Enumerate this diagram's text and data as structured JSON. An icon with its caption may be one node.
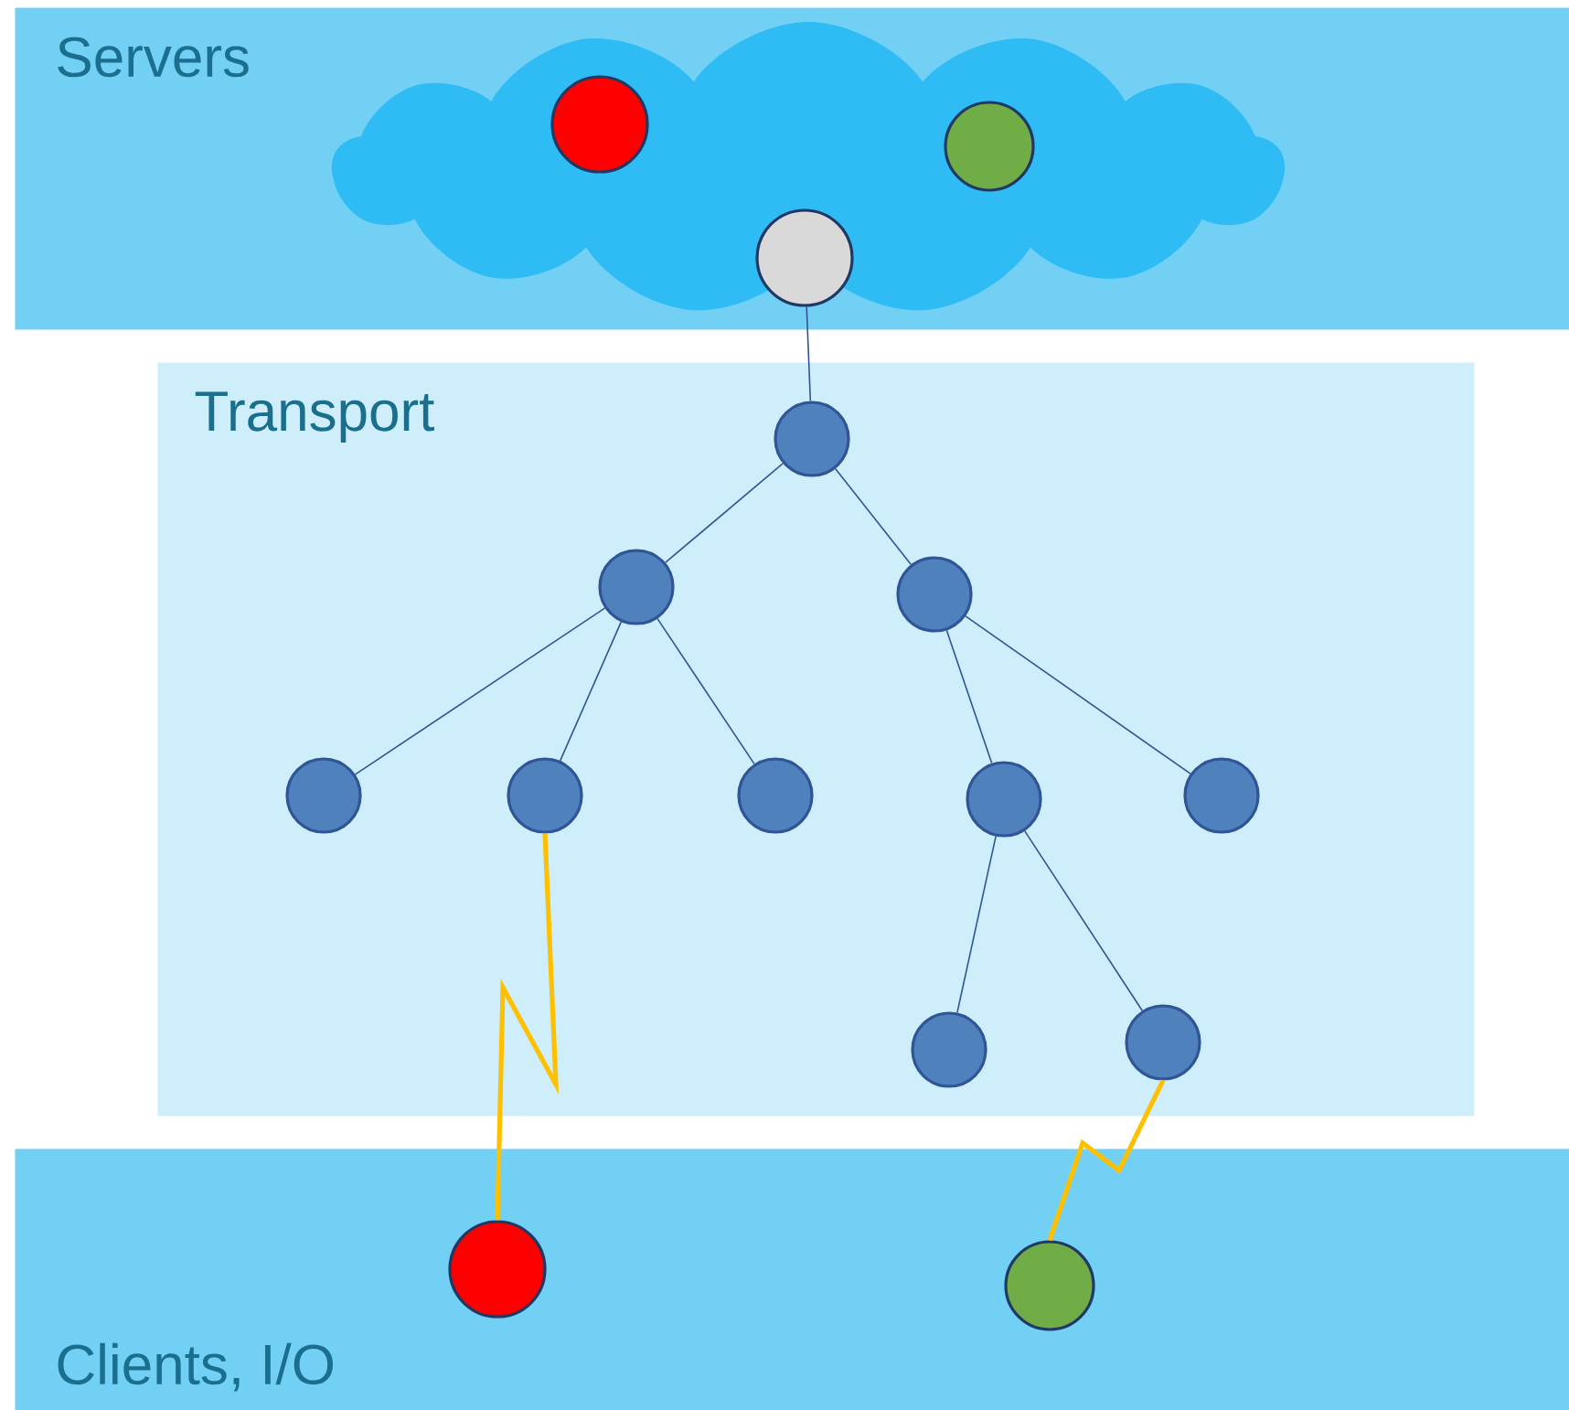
{
  "diagram": {
    "nodes": [
      {
        "text": [
          "Servers"
        ]
      },
      {
        "text": [],
        "shape": "cloud",
        "in": 0
      },
      {
        "text": [],
        "shape": "circle",
        "in": 1
      },
      {
        "text": [],
        "shape": "circle",
        "in": 1
      },
      {
        "text": [],
        "shape": "circle",
        "in": 1
      },
      {
        "text": [
          "Transport"
        ]
      },
      {
        "text": [],
        "shape": "circle",
        "in": 5
      },
      {
        "text": [],
        "shape": "circle",
        "in": 5
      },
      {
        "text": [],
        "shape": "circle",
        "in": 5
      },
      {
        "text": [],
        "shape": "circle",
        "in": 5
      },
      {
        "text": [],
        "shape": "circle",
        "in": 5
      },
      {
        "text": [],
        "shape": "circle",
        "in": 5
      },
      {
        "text": [],
        "shape": "circle",
        "in": 5
      },
      {
        "text": [],
        "shape": "circle",
        "in": 5
      },
      {
        "text": [],
        "shape": "circle",
        "in": 5
      },
      {
        "text": [],
        "shape": "circle",
        "in": 5
      },
      {
        "text": [
          "Clients, I/O"
        ]
      },
      {
        "text": [],
        "shape": "circle",
        "in": 16
      },
      {
        "text": [],
        "shape": "circle",
        "in": 16
      }
    ],
    "edges": [
      {
        "from": 4,
        "to": 6,
        "arrow": "none"
      },
      {
        "from": 6,
        "to": 7,
        "arrow": "none"
      },
      {
        "from": 6,
        "to": 8,
        "arrow": "none"
      },
      {
        "from": 7,
        "to": 9,
        "arrow": "none"
      },
      {
        "from": 7,
        "to": 10,
        "arrow": "none"
      },
      {
        "from": 7,
        "to": 11,
        "arrow": "none"
      },
      {
        "from": 8,
        "to": 12,
        "arrow": "none"
      },
      {
        "from": 8,
        "to": 13,
        "arrow": "none"
      },
      {
        "from": 12,
        "to": 14,
        "arrow": "none"
      },
      {
        "from": 12,
        "to": 15,
        "arrow": "none"
      },
      {
        "from": 10,
        "to": 17,
        "arrow": "none",
        "style": "thick",
        "color": "#ffc000"
      },
      {
        "from": 15,
        "to": 18,
        "arrow": "none",
        "style": "thick",
        "color": "#ffc000"
      }
    ]
  }
}
